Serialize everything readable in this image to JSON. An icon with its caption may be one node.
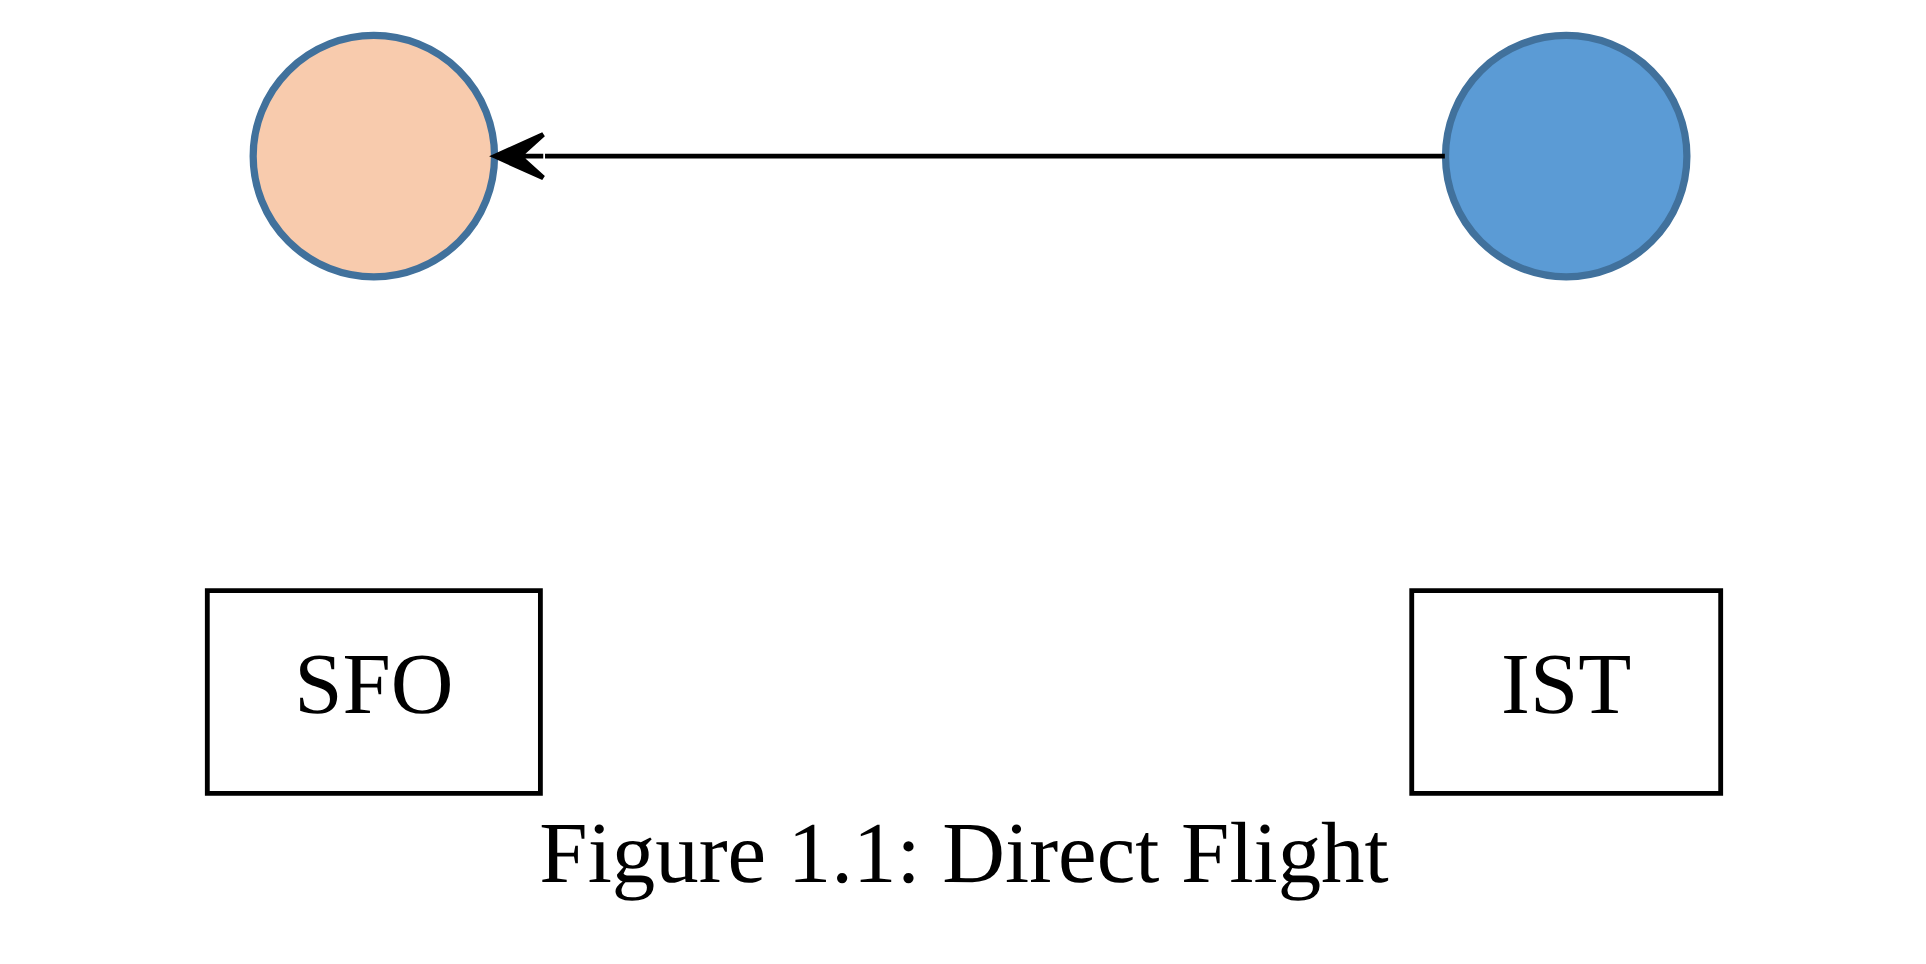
{
  "diagram": {
    "caption": "Figure 1.1: Direct Flight",
    "nodes": [
      {
        "text": [],
        "shape": "circle"
      },
      {
        "text": [],
        "shape": "circle"
      },
      {
        "text": [
          "SFO"
        ]
      },
      {
        "text": [
          "IST"
        ]
      }
    ],
    "edges": [
      {
        "from": 1,
        "to": 0,
        "arrow": "to"
      }
    ]
  }
}
